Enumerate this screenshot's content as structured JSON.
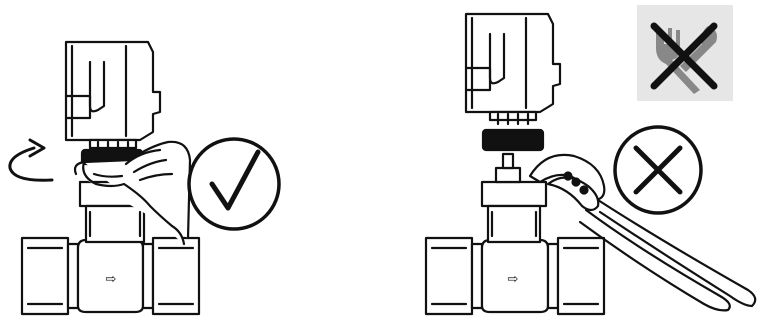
{
  "panels": [
    {
      "id": "correct",
      "verdict": "correct",
      "symbol": "check-mark-icon"
    },
    {
      "id": "incorrect",
      "verdict": "incorrect",
      "symbol": "cross-mark-icon"
    }
  ],
  "badge": {
    "icon": "no-tools-icon",
    "background": "#e6e6e6",
    "cross_color": "#111111"
  },
  "colors": {
    "line": "#111111",
    "fill": "#ffffff",
    "dark_part": "#111111",
    "tool_pattern": "#888888"
  },
  "flow_arrow": "⇨"
}
